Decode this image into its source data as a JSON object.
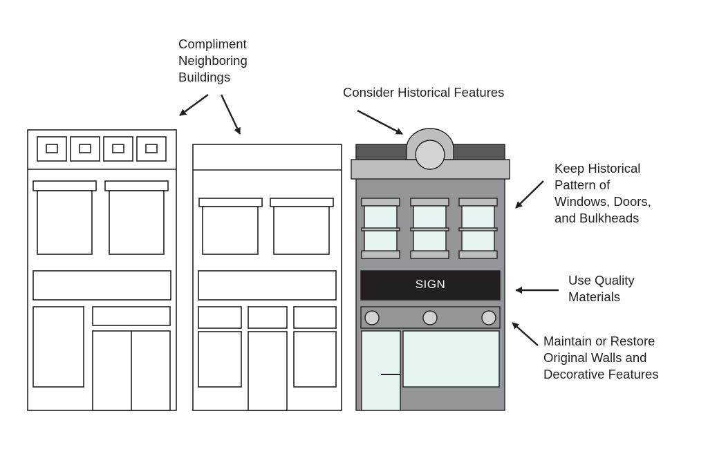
{
  "annotations": {
    "compliment": [
      "Compliment",
      "Neighboring",
      "Buildings"
    ],
    "historical_features": [
      "Consider Historical Features"
    ],
    "pattern": [
      "Keep Historical",
      "Pattern of",
      "Windows, Doors,",
      "and Bulkheads"
    ],
    "materials": [
      "Use Quality",
      "Materials"
    ],
    "walls": [
      "Maintain or Restore",
      "Original Walls and",
      "Decorative Features"
    ]
  },
  "sign_label": "SIGN",
  "colors": {
    "line": "#231f20",
    "cornice_dark": "#58595b",
    "facade": "#939598",
    "trim": "#bcbec0",
    "glass": "#e6f4f4",
    "sign": "#231f20",
    "background": "#ffffff"
  },
  "icons": {
    "arrow": "arrow-icon"
  }
}
